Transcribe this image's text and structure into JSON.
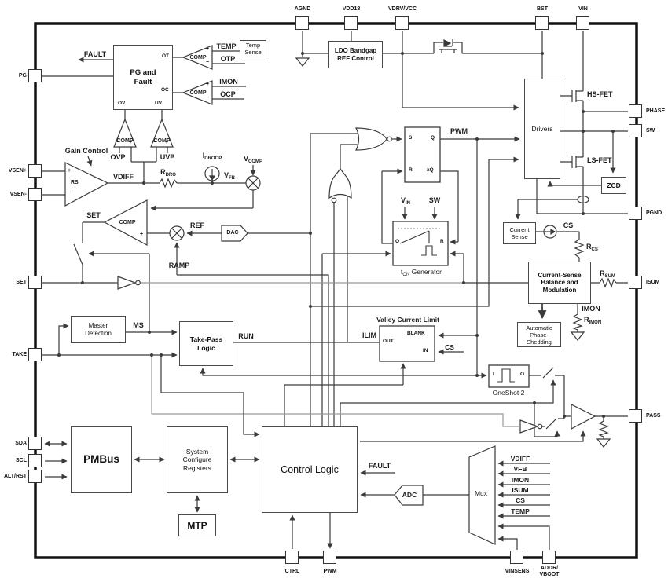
{
  "pins": {
    "top": [
      "AGND",
      "VDD18",
      "VDRV/VCC",
      "BST",
      "VIN"
    ],
    "left": [
      "PG",
      "VSEN+",
      "VSEN-",
      "SET",
      "TAKE",
      "SDA",
      "SCL",
      "ALT/RST"
    ],
    "right": [
      "PHASE",
      "SW",
      "PGND",
      "ISUM",
      "PASS"
    ],
    "bottom": [
      "CTRL",
      "PWM",
      "VINSENS",
      "ADDR/\nVBOOT"
    ]
  },
  "blocks": {
    "pg_fault": {
      "l1": "PG and",
      "l2": "Fault",
      "ot": "OT",
      "oc": "OC",
      "ov": "OV",
      "uv": "UV"
    },
    "temp_sense": {
      "l1": "Temp",
      "l2": "Sense"
    },
    "ldo": {
      "l1": "LDO Bandgap",
      "l2": "REF Control"
    },
    "drivers": "Drivers",
    "hs_fet": "HS-FET",
    "ls_fet": "LS-FET",
    "zcd": "ZCD",
    "current_sense": {
      "l1": "Current",
      "l2": "Sense"
    },
    "cs_balance": {
      "l1": "Current-Sense",
      "l2": "Balance and",
      "l3": "Modulation"
    },
    "aps": {
      "l1": "Automatic",
      "l2": "Phase-",
      "l3": "Shedding"
    },
    "ton": {
      "b": "t",
      "s": "ON",
      "rest": " Generator",
      "o": "O",
      "r": "R"
    },
    "latch": {
      "s": "S",
      "q": "Q",
      "r": "R",
      "xq": "xQ"
    },
    "valley": {
      "title": "Valley Current Limit",
      "ilim": "ILIM",
      "out": "OUT",
      "blank": "BLANK",
      "in_": "IN"
    },
    "oneshot": {
      "label": "OneShot 2",
      "i": "I",
      "o": "O"
    },
    "master": {
      "l1": "Master",
      "l2": "Detection"
    },
    "takepass": {
      "l1": "Take-Pass",
      "l2": "Logic"
    },
    "pmbus": "PMBus",
    "sysconfig": {
      "l1": "System",
      "l2": "Configure",
      "l3": "Registers"
    },
    "mtp": "MTP",
    "control": "Control Logic",
    "mux": "Mux",
    "adc": "ADC",
    "dac": "DAC"
  },
  "signals": {
    "fault": "FAULT",
    "temp": "TEMP",
    "otp": "OTP",
    "imon": "IMON",
    "ocp": "OCP",
    "comp": "COMP",
    "ovp": "OVP",
    "uvp": "UVP",
    "gain_control": "Gain Control",
    "rs": "RS",
    "vdiff": "VDIFF",
    "set": "SET",
    "ref": "REF",
    "ramp": "RAMP",
    "ms": "MS",
    "run": "RUN",
    "pwm": "PWM",
    "sw": "SW",
    "cs": "CS",
    "plus": "+",
    "minus": "−",
    "r_dro": {
      "b": "R",
      "s": "DRO"
    },
    "i_droop": {
      "b": "I",
      "s": "DROOP"
    },
    "v_fb": {
      "b": "V",
      "s": "FB"
    },
    "v_comp": {
      "b": "V",
      "s": "COMP"
    },
    "v_in": {
      "b": "V",
      "s": "IN"
    },
    "r_cs": {
      "b": "R",
      "s": "CS"
    },
    "r_sum": {
      "b": "R",
      "s": "SUM"
    },
    "r_imon": {
      "b": "R",
      "s": "IMON"
    }
  },
  "mux_inputs": [
    "VDIFF",
    "VFB",
    "IMON",
    "ISUM",
    "CS",
    "TEMP"
  ]
}
